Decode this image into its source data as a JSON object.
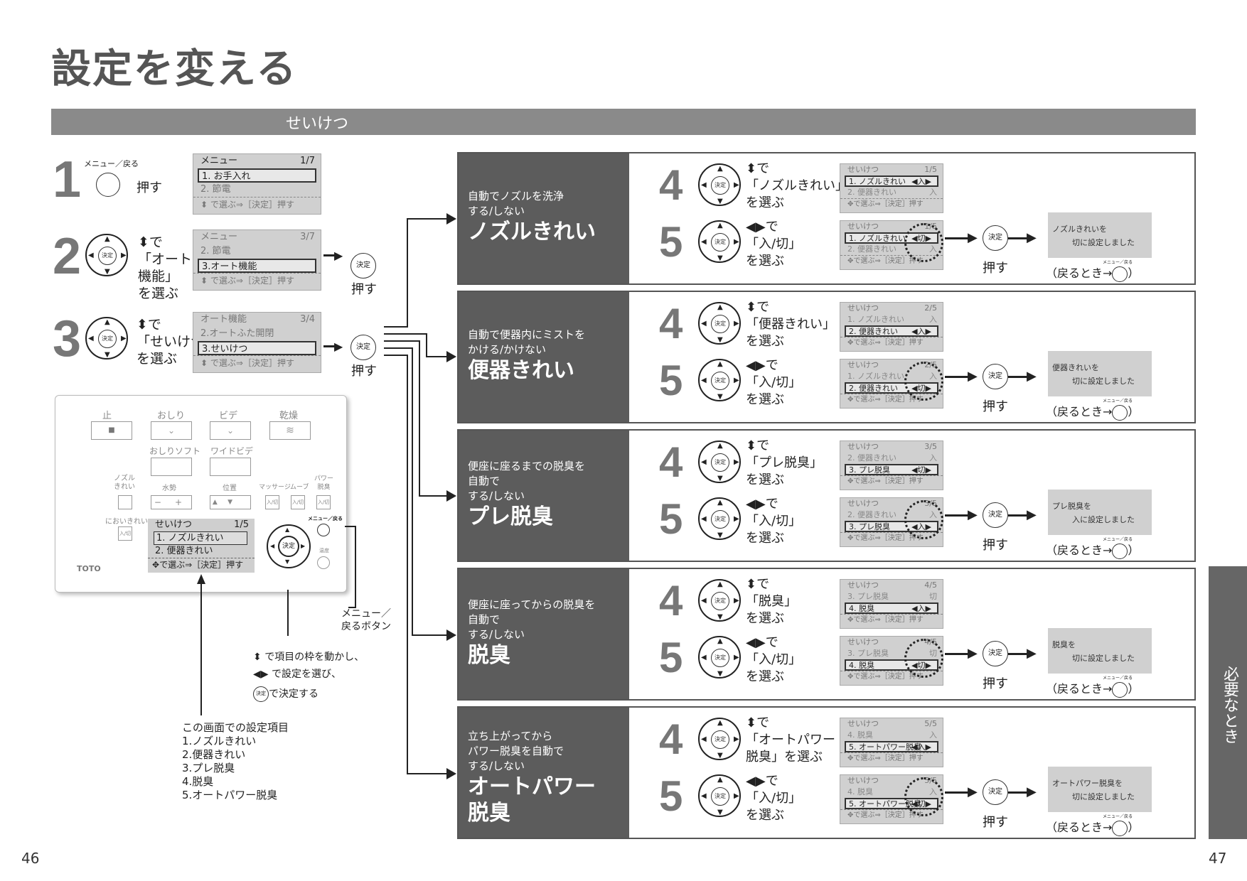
{
  "page": {
    "title": "設定を変える",
    "section": "せいけつ",
    "page_left": "46",
    "page_right": "47",
    "side_tab": "必要なとき"
  },
  "steps": [
    {
      "num": "1",
      "btn_label": "メニュー／戻る",
      "action": "押す",
      "lcd": {
        "header": "メニュー",
        "page": "1/7",
        "rows": [
          "1. お手入れ",
          "2. 節電"
        ],
        "selected": 0,
        "footer": "で選ぶ⇒［決定］押す"
      }
    },
    {
      "num": "2",
      "text": [
        "で",
        "「オート",
        "機能」",
        "を選ぶ"
      ],
      "push": "押す",
      "lcd": {
        "header": "メニュー",
        "page": "3/7",
        "rows": [
          "2. 節電",
          "3.オート機能"
        ],
        "selected": 1,
        "footer": "で選ぶ⇒［決定］押す"
      }
    },
    {
      "num": "3",
      "text": [
        "で",
        "「せいけつ」",
        "を選ぶ"
      ],
      "push": "押す",
      "lcd": {
        "header": "オート機能",
        "page": "3/4",
        "rows": [
          "2.オートふた開閉",
          "3.せいけつ"
        ],
        "selected": 1,
        "footer": "で選ぶ⇒［決定］押す"
      }
    }
  ],
  "remote": {
    "top_buttons": [
      "止",
      "おしり",
      "ビデ",
      "乾燥"
    ],
    "mid_buttons": [
      "おしりソフト",
      "ワイドビデ"
    ],
    "labels": [
      "ノズル\nきれい",
      "水勢",
      "位置",
      "マッサージ",
      "ムーブ",
      "パワー\n脱臭"
    ],
    "toggle": "入/切",
    "odor": "においきれい",
    "brand": "TOTO",
    "menu_btn": "メニュー／戻る",
    "odor_btn": "温度",
    "lcd": {
      "header": "せいけつ",
      "page": "1/5",
      "rows": [
        "1. ノズルきれい",
        "2. 便器きれい"
      ],
      "footer": "で選ぶ⇒［決定］押す"
    }
  },
  "callouts": {
    "menu_return": [
      "メニュー／",
      "戻るボタン"
    ],
    "legend": [
      "で項目の枠を動かし、",
      "で設定を選び、",
      "で決定する"
    ],
    "items_title": "この画面での設定項目",
    "items": [
      "1.ノズルきれい",
      "2.便器きれい",
      "3.プレ脱臭",
      "4.脱臭",
      "5.オートパワー脱臭"
    ]
  },
  "panels": [
    {
      "desc": [
        "自動でノズルを洗浄",
        "する/しない"
      ],
      "name": [
        "ノズルきれい"
      ],
      "s4": [
        "で",
        "「ノズルきれい」",
        "を選ぶ"
      ],
      "lcd4": {
        "header": "せいけつ",
        "page": "1/5",
        "rows": [
          [
            "1. ノズルきれい",
            "◀入▶"
          ],
          [
            "2. 便器きれい",
            "入"
          ]
        ],
        "selected": 0
      },
      "lcd5": {
        "header": "せいけつ",
        "page": "1/5",
        "rows": [
          [
            "1. ノズルきれい",
            "◀切▶"
          ],
          [
            "2. 便器きれい",
            "入"
          ]
        ],
        "selected": 0
      },
      "done": [
        "ノズルきれいを",
        "切に設定しました"
      ]
    },
    {
      "desc": [
        "自動で便器内にミストを",
        "かける/かけない"
      ],
      "name": [
        "便器きれい"
      ],
      "s4": [
        "で",
        "「便器きれい」",
        "を選ぶ"
      ],
      "lcd4": {
        "header": "せいけつ",
        "page": "2/5",
        "rows": [
          [
            "1. ノズルきれい",
            "入"
          ],
          [
            "2. 便器きれい",
            "◀入▶"
          ]
        ],
        "selected": 1
      },
      "lcd5": {
        "header": "せいけつ",
        "page": "2/5",
        "rows": [
          [
            "1. ノズルきれい",
            "入"
          ],
          [
            "2. 便器きれい",
            "◀切▶"
          ]
        ],
        "selected": 1
      },
      "done": [
        "便器きれいを",
        "切に設定しました"
      ]
    },
    {
      "desc": [
        "便座に座るまでの脱臭を",
        "自動で",
        "する/しない"
      ],
      "name": [
        "プレ脱臭"
      ],
      "s4": [
        "で",
        "「プレ脱臭」",
        "を選ぶ"
      ],
      "lcd4": {
        "header": "せいけつ",
        "page": "3/5",
        "rows": [
          [
            "2. 便器きれい",
            "入"
          ],
          [
            "3. プレ脱臭",
            "◀切▶"
          ]
        ],
        "selected": 1
      },
      "lcd5": {
        "header": "せいけつ",
        "page": "3/5",
        "rows": [
          [
            "2. 便器きれい",
            "入"
          ],
          [
            "3. プレ脱臭",
            "◀入▶"
          ]
        ],
        "selected": 1
      },
      "done": [
        "プレ脱臭を",
        "入に設定しました"
      ]
    },
    {
      "desc": [
        "便座に座ってからの脱臭を",
        "自動で",
        "する/しない"
      ],
      "name": [
        "脱臭"
      ],
      "s4": [
        "で",
        "「脱臭」",
        "を選ぶ"
      ],
      "lcd4": {
        "header": "せいけつ",
        "page": "4/5",
        "rows": [
          [
            "3. プレ脱臭",
            "切"
          ],
          [
            "4. 脱臭",
            "◀入▶"
          ]
        ],
        "selected": 1
      },
      "lcd5": {
        "header": "せいけつ",
        "page": "4/5",
        "rows": [
          [
            "3. プレ脱臭",
            "切"
          ],
          [
            "4. 脱臭",
            "◀切▶"
          ]
        ],
        "selected": 1
      },
      "done": [
        "脱臭を",
        "切に設定しました"
      ]
    },
    {
      "desc": [
        "立ち上がってから",
        "パワー脱臭を自動で",
        "する/しない"
      ],
      "name": [
        "オートパワー",
        "脱臭"
      ],
      "s4": [
        "で",
        "「オートパワー",
        "脱臭」を選ぶ"
      ],
      "lcd4": {
        "header": "せいけつ",
        "page": "5/5",
        "rows": [
          [
            "4. 脱臭",
            "入"
          ],
          [
            "5. オートパワー脱臭",
            "◀入▶"
          ]
        ],
        "selected": 1
      },
      "lcd5": {
        "header": "せいけつ",
        "page": "5/5",
        "rows": [
          [
            "4. 脱臭",
            "入"
          ],
          [
            "5. オートパワー脱臭",
            "◀切▶"
          ]
        ],
        "selected": 1
      },
      "done": [
        "オートパワー脱臭を",
        "切に設定しました"
      ]
    }
  ],
  "common": {
    "step4": "4",
    "step5": "5",
    "s5": [
      "で",
      "「入/切」",
      "を選ぶ"
    ],
    "push": "押す",
    "return": "（戻るとき→",
    "return_end": "）",
    "footer": "で選ぶ⇒［決定］押す",
    "ok": "決定",
    "menu_small": "メニュー／戻る"
  }
}
